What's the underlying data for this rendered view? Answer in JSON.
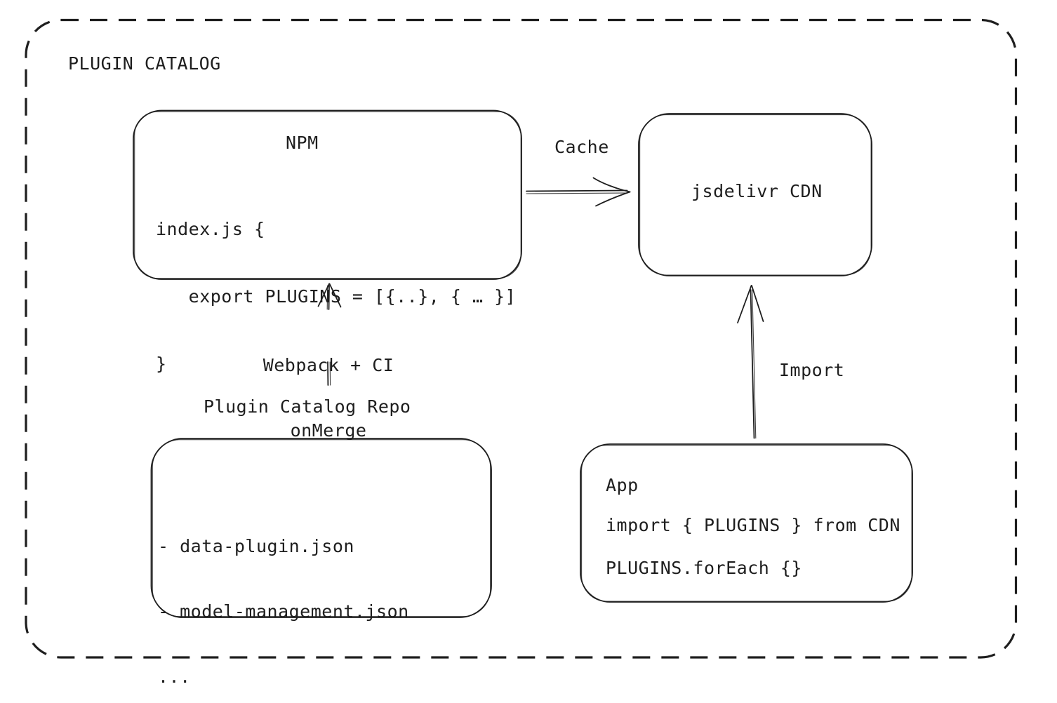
{
  "canvas": {
    "group_label": "PLUGIN CATALOG"
  },
  "npm_box": {
    "title": "NPM",
    "code_lines": [
      "index.js {",
      "   export PLUGINS = [{..}, { … }]",
      "}"
    ]
  },
  "cdn_box": {
    "label": "jsdelivr CDN"
  },
  "repo_box": {
    "label": "Plugin Catalog Repo",
    "file_lines": [
      "- data-plugin.json",
      "- model-management.json",
      "..."
    ]
  },
  "app_box": {
    "title": "App",
    "code_lines": [
      "import { PLUGINS } from CDN",
      "PLUGINS.forEach {}"
    ]
  },
  "edges": {
    "cache_label": "Cache",
    "build_label_lines": [
      "Webpack + CI",
      "onMerge"
    ],
    "import_label": "Import"
  },
  "colors": {
    "ink": "#1e1e1e",
    "background": "#ffffff"
  }
}
